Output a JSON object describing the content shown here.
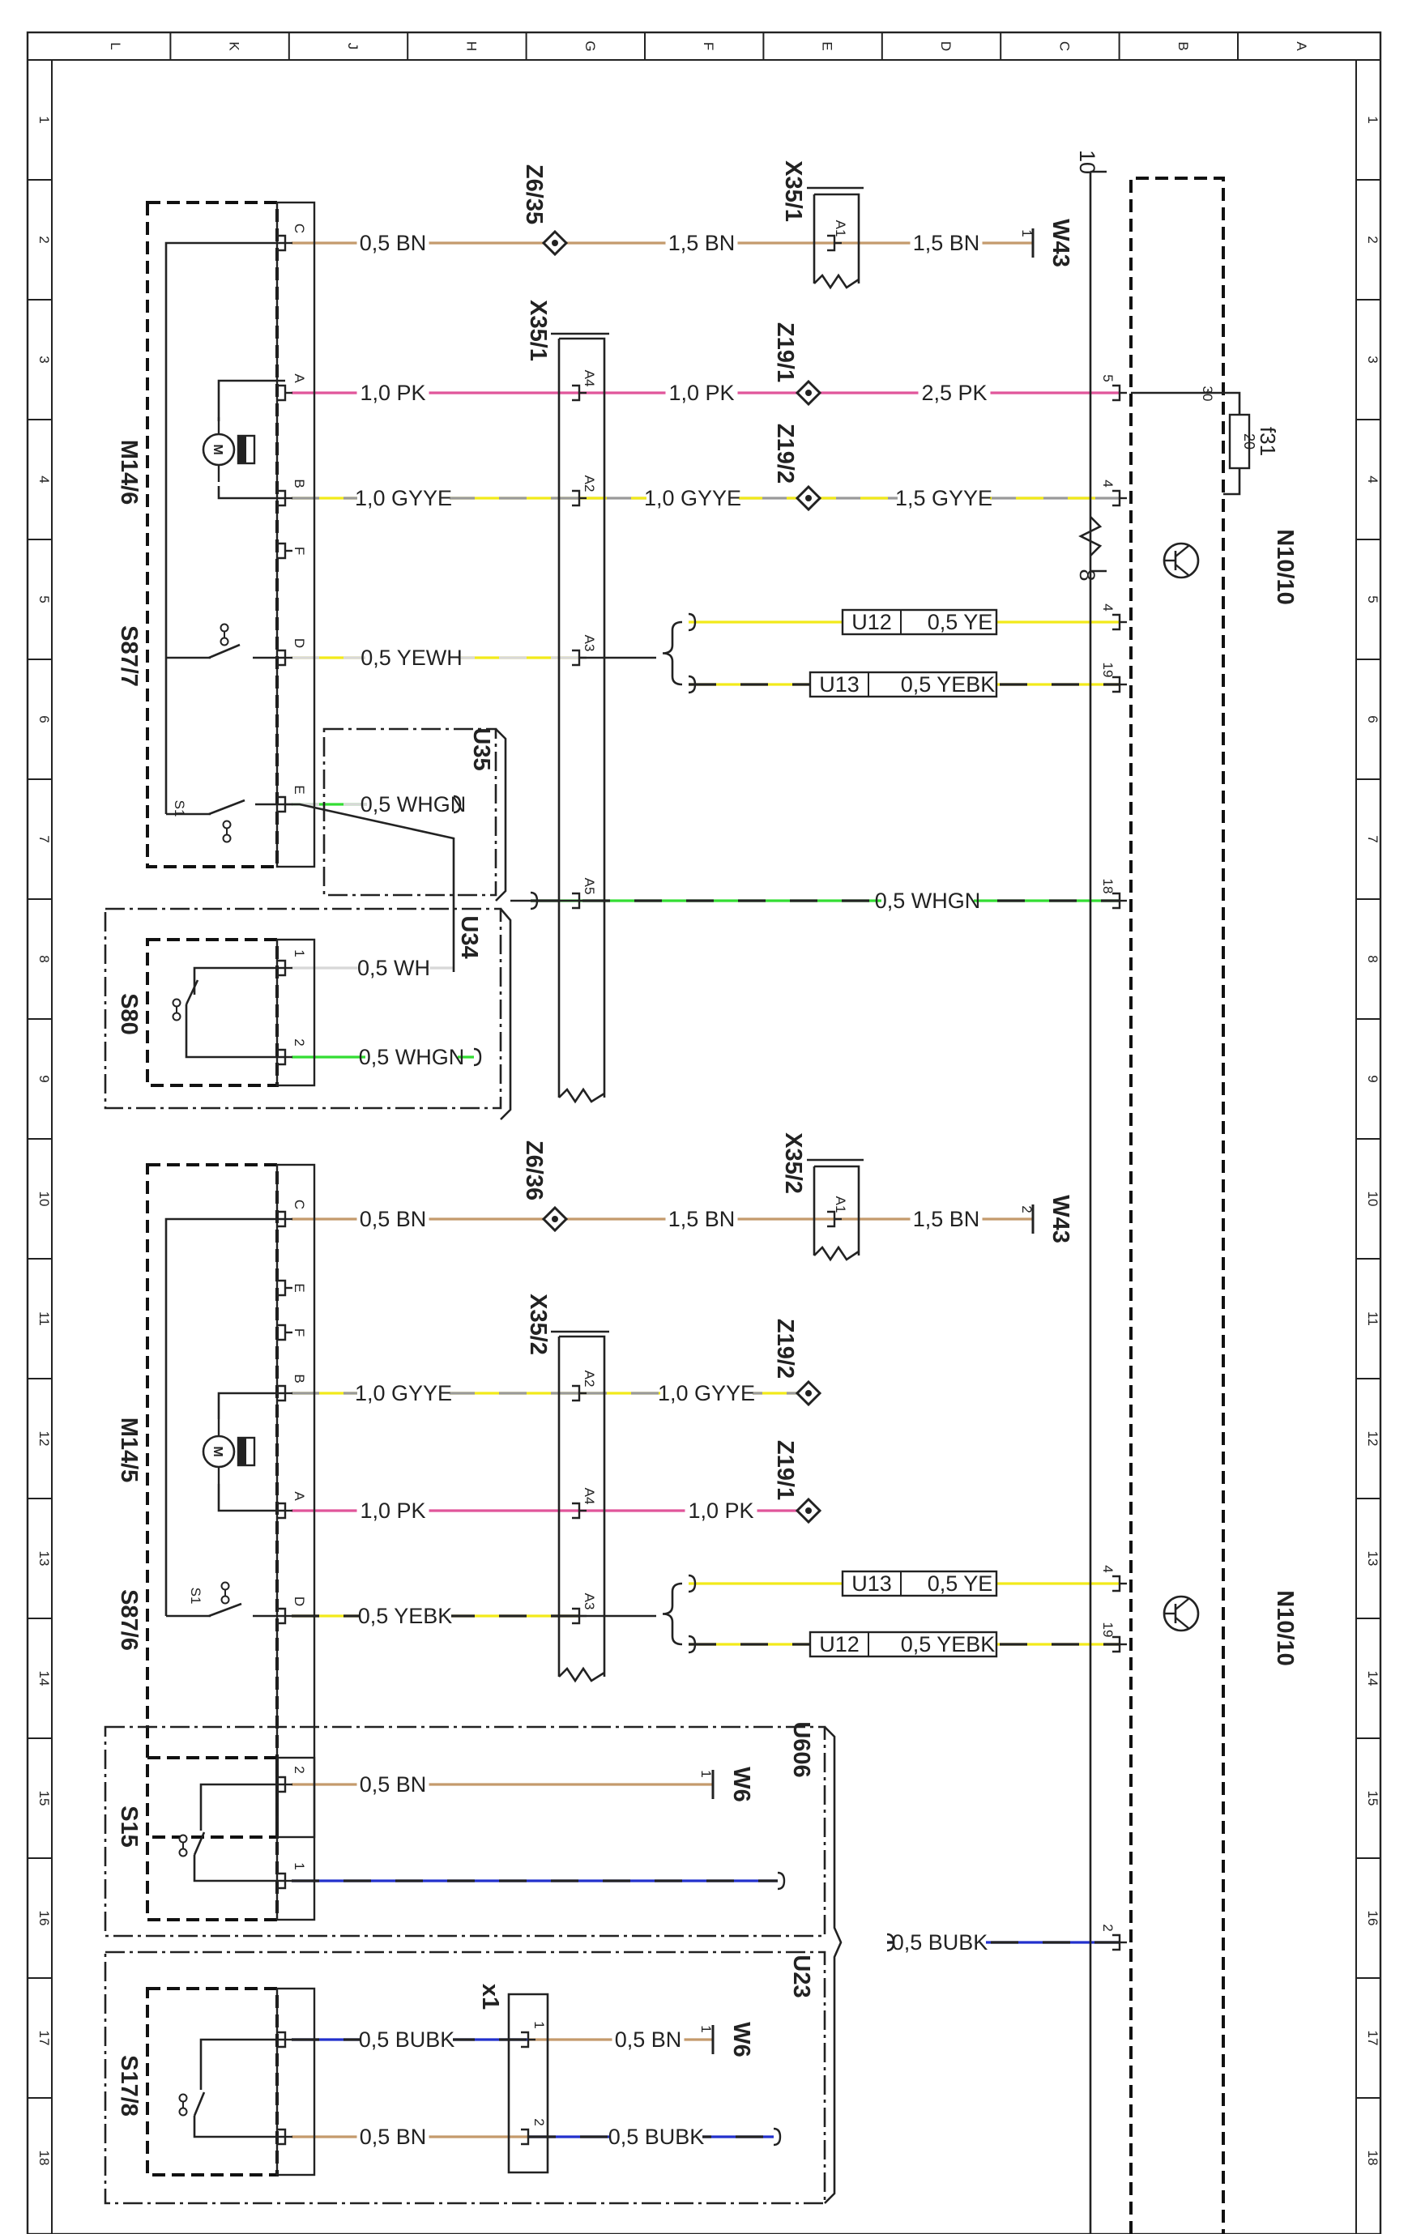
{
  "frame": {
    "top_columns": [
      "L",
      "K",
      "J",
      "H",
      "G",
      "F",
      "E",
      "D",
      "C",
      "B",
      "A"
    ],
    "side_rows": [
      "1",
      "2",
      "3",
      "4",
      "5",
      "6",
      "7",
      "8",
      "9",
      "10",
      "11",
      "12",
      "13",
      "14",
      "15",
      "16",
      "17",
      "18"
    ]
  },
  "colors": {
    "BN": "#c49a6c",
    "PK": "#e0559a",
    "YE": "#f2ea1a",
    "GY": "#9a9a9a",
    "WH": "#d8d8d8",
    "GN": "#33dd33",
    "BK": "#222222",
    "BU": "#2230cc",
    "line": "#222222"
  },
  "components": [
    {
      "id": "M14_6",
      "ref": "M14/6"
    },
    {
      "id": "S87_7",
      "ref": "S87/7"
    },
    {
      "id": "M14_5",
      "ref": "M14/5"
    },
    {
      "id": "S87_6",
      "ref": "S87/6"
    },
    {
      "id": "S80",
      "ref": "S80"
    },
    {
      "id": "S15",
      "ref": "S15"
    },
    {
      "id": "S17_8",
      "ref": "S17/8"
    },
    {
      "id": "N10_10a",
      "ref": "N10/10"
    },
    {
      "id": "N10_10b",
      "ref": "N10/10"
    },
    {
      "id": "f31",
      "ref": "f31",
      "value": "20"
    },
    {
      "id": "x1",
      "ref": "x1"
    }
  ],
  "connectors": [
    {
      "id": "X35_1a",
      "ref": "X35/1"
    },
    {
      "id": "X35_1b",
      "ref": "X35/1"
    },
    {
      "id": "X35_2a",
      "ref": "X35/2"
    },
    {
      "id": "X35_2b",
      "ref": "X35/2"
    },
    {
      "id": "Z6_35",
      "ref": "Z6/35"
    },
    {
      "id": "Z6_36",
      "ref": "Z6/36"
    },
    {
      "id": "Z19_1a",
      "ref": "Z19/1"
    },
    {
      "id": "Z19_2a",
      "ref": "Z19/2"
    },
    {
      "id": "Z19_2b",
      "ref": "Z19/2"
    },
    {
      "id": "Z19_1b",
      "ref": "Z19/1"
    },
    {
      "id": "W43a",
      "ref": "W43"
    },
    {
      "id": "W43b",
      "ref": "W43"
    },
    {
      "id": "W6a",
      "ref": "W6"
    },
    {
      "id": "W6b",
      "ref": "W6"
    },
    {
      "id": "U35",
      "ref": "U35"
    },
    {
      "id": "U34",
      "ref": "U34"
    },
    {
      "id": "U606",
      "ref": "U606"
    },
    {
      "id": "U23",
      "ref": "U23"
    },
    {
      "id": "U12a",
      "ref": "U12"
    },
    {
      "id": "U13a",
      "ref": "U13"
    },
    {
      "id": "U13b",
      "ref": "U13"
    },
    {
      "id": "U12b",
      "ref": "U12"
    }
  ],
  "bundles": [
    "10",
    "8"
  ],
  "pins": {
    "m146": [
      "C",
      "A",
      "B",
      "F",
      "D",
      "E"
    ],
    "s1": "S1",
    "s80": [
      "1",
      "2"
    ],
    "m145": [
      "C",
      "E",
      "F",
      "B",
      "A",
      "D"
    ],
    "x351a": "A1",
    "x352a": "A1",
    "x351b": [
      "A4",
      "A2",
      "A3",
      "A5"
    ],
    "x352b": [
      "A2",
      "A4",
      "A3"
    ],
    "w43": [
      "1",
      "2"
    ],
    "n10a": [
      "5",
      "4",
      "4",
      "19",
      "18"
    ],
    "n10b": [
      "4",
      "19",
      "2"
    ],
    "f31": "30",
    "s15": [
      "2",
      "1"
    ],
    "x1": [
      "1",
      "2"
    ],
    "w6": [
      "1",
      "1"
    ]
  },
  "conductors": [
    {
      "id": "w01",
      "label": "0,5 BN"
    },
    {
      "id": "w02",
      "label": "1,5 BN"
    },
    {
      "id": "w03",
      "label": "1,5 BN"
    },
    {
      "id": "w04",
      "label": "1,0 PK"
    },
    {
      "id": "w05",
      "label": "1,0 PK"
    },
    {
      "id": "w06",
      "label": "2,5 PK"
    },
    {
      "id": "w07",
      "label": "1,0 GYYE"
    },
    {
      "id": "w08",
      "label": "1,0 GYYE"
    },
    {
      "id": "w09",
      "label": "1,5 GYYE"
    },
    {
      "id": "w10",
      "label": "0,5 YEWH"
    },
    {
      "id": "w11",
      "label": "0,5 YE"
    },
    {
      "id": "w12",
      "label": "0,5 YEBK"
    },
    {
      "id": "w13",
      "label": "0,5 WHGN"
    },
    {
      "id": "w14",
      "label": "0,5 WHGN"
    },
    {
      "id": "w15",
      "label": "0,5 WH"
    },
    {
      "id": "w16",
      "label": "0,5 WHGN"
    },
    {
      "id": "w17",
      "label": "0,5 BN"
    },
    {
      "id": "w18",
      "label": "1,5 BN"
    },
    {
      "id": "w19",
      "label": "1,5 BN"
    },
    {
      "id": "w20",
      "label": "1,0 GYYE"
    },
    {
      "id": "w21",
      "label": "1,0 GYYE"
    },
    {
      "id": "w22",
      "label": "1,0 PK"
    },
    {
      "id": "w23",
      "label": "1,0 PK"
    },
    {
      "id": "w24",
      "label": "0,5 YEBK"
    },
    {
      "id": "w25",
      "label": "0,5 YE"
    },
    {
      "id": "w26",
      "label": "0,5 YEBK"
    },
    {
      "id": "w27",
      "label": "0,5 BN"
    },
    {
      "id": "w28",
      "label": "0,5 BUBK"
    },
    {
      "id": "w29",
      "label": "0,5 BUBK"
    },
    {
      "id": "w30",
      "label": "0,5 BN"
    },
    {
      "id": "w31",
      "label": "0,5 BN"
    },
    {
      "id": "w32",
      "label": "0,5 BUBK"
    }
  ]
}
